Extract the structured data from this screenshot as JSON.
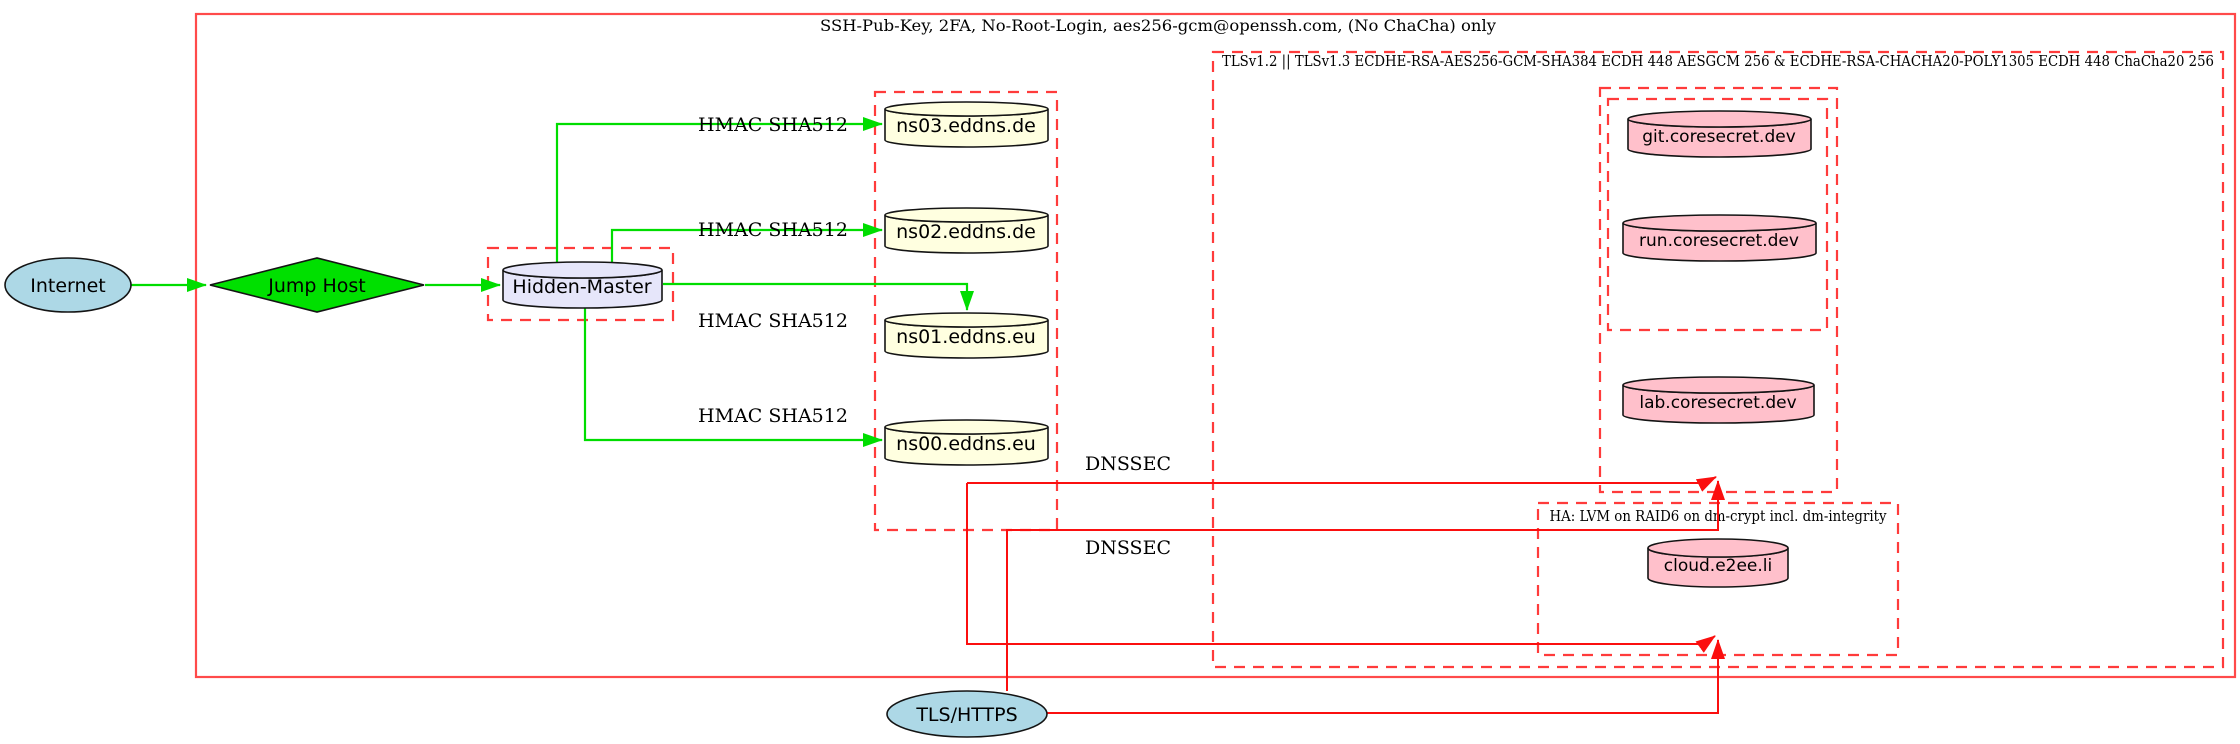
{
  "clusters": {
    "ssh_label": "SSH-Pub-Key, 2FA, No-Root-Login, aes256-gcm@openssh.com, (No ChaCha) only",
    "tls_label": "TLSv1.2 || TLSv1.3 ECDHE-RSA-AES256-GCM-SHA384 ECDH 448 AESGCM 256 & ECDHE-RSA-CHACHA20-POLY1305 ECDH 448 ChaCha20 256",
    "ha_label": "HA: LVM on RAID6 on dm-crypt incl. dm-integrity"
  },
  "nodes": {
    "internet": {
      "label": "Internet",
      "shape": "ellipse"
    },
    "jump_host": {
      "label": "Jump Host",
      "shape": "diamond"
    },
    "hidden_master": {
      "label": "Hidden-Master",
      "shape": "cylinder"
    },
    "ns03": {
      "label": "ns03.eddns.de",
      "shape": "cylinder"
    },
    "ns02": {
      "label": "ns02.eddns.de",
      "shape": "cylinder"
    },
    "ns01": {
      "label": "ns01.eddns.eu",
      "shape": "cylinder"
    },
    "ns00": {
      "label": "ns00.eddns.eu",
      "shape": "cylinder"
    },
    "git": {
      "label": "git.coresecret.dev",
      "shape": "cylinder"
    },
    "run": {
      "label": "run.coresecret.dev",
      "shape": "cylinder"
    },
    "lab": {
      "label": "lab.coresecret.dev",
      "shape": "cylinder"
    },
    "cloud": {
      "label": "cloud.e2ee.li",
      "shape": "cylinder"
    },
    "tls_https": {
      "label": "TLS/HTTPS",
      "shape": "ellipse"
    }
  },
  "edge_labels": {
    "hmac": "HMAC SHA512",
    "dnssec": "DNSSEC"
  },
  "colors": {
    "outer_border_red": "#ff4a4a",
    "cluster_border_red": "#ff3b3b",
    "edge_green": "#00dd00",
    "edge_red": "#fb0f0f",
    "node_blue": "#add8e6",
    "node_green": "#00e000",
    "node_lavender": "#e6e6fa",
    "node_yellow": "#ffffe0",
    "node_pink": "#ffc0cb"
  }
}
